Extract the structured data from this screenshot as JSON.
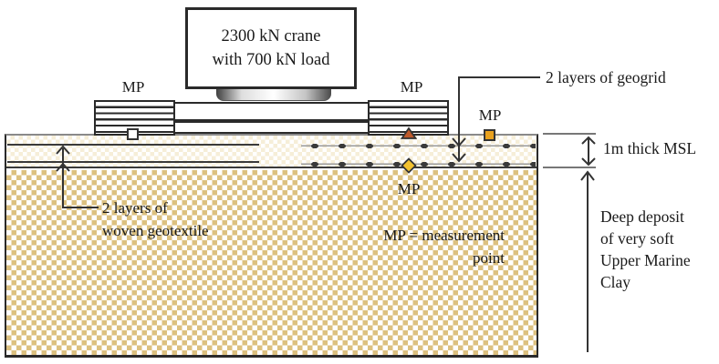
{
  "diagram": {
    "crane": {
      "line1": "2300 kN crane",
      "line2": "with 700 kN load"
    },
    "measurement_points": {
      "left_track_label": "MP",
      "right_track_label": "MP",
      "surface_square_label": "MP",
      "interface_diamond_label": "MP"
    },
    "annotations": {
      "geogrid": "2 layers of geogrid",
      "geotextile_line1": "2 layers of",
      "geotextile_line2": "woven geotextile",
      "msl_thickness": "1m thick MSL",
      "legend_line1": "MP = measurement",
      "legend_line2": "point",
      "clay_line1": "Deep deposit",
      "clay_line2": "of very soft",
      "clay_line3": "Upper Marine",
      "clay_line4": "Clay"
    },
    "colors": {
      "marker_square_white": "#ffffff",
      "marker_triangle": "#bf5a2c",
      "marker_square_orange": "#e8a11d",
      "marker_diamond": "#f3c22f",
      "marker_outline": "#333333",
      "msl_checker": "#f6eed8",
      "clay_checker": "#dcc180",
      "line_dark": "#2a2a2a",
      "line_gray": "#8a8a8a"
    }
  }
}
